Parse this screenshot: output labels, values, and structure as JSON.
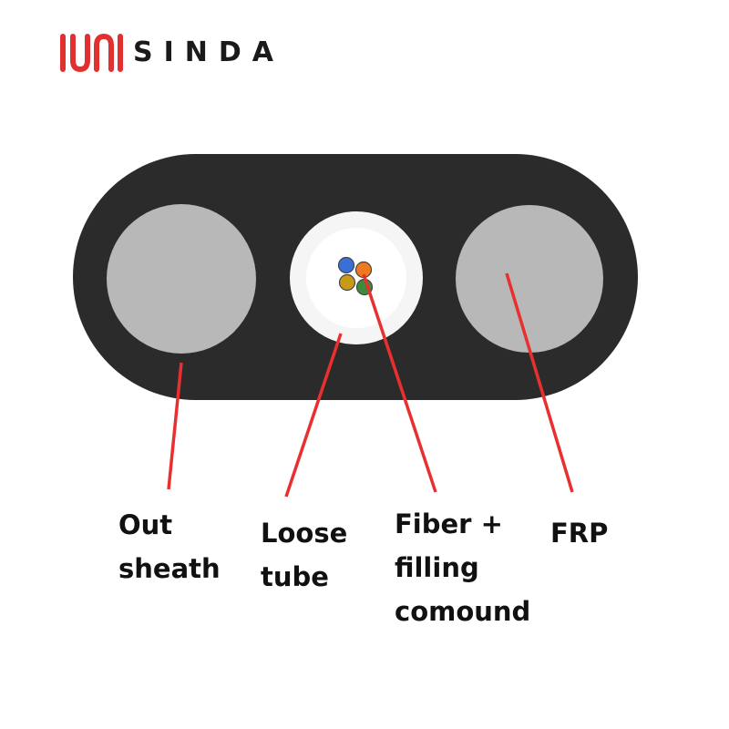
{
  "brand": {
    "name": "SINDA",
    "logo_color": "#e03030"
  },
  "colors": {
    "sheath": "#2b2b2b",
    "frp": "#b8b8b8",
    "loose_tube": "#f5f5f5",
    "leader_line": "#e83030",
    "fiber_colors": [
      "#3a6fd8",
      "#f07820",
      "#c89a1a",
      "#3c8a3c"
    ]
  },
  "labels": {
    "out_sheath": [
      "Out",
      "sheath"
    ],
    "loose_tube": [
      "Loose",
      "tube"
    ],
    "fiber": [
      "Fiber +",
      "filling",
      "comound"
    ],
    "frp": [
      "FRP"
    ]
  }
}
